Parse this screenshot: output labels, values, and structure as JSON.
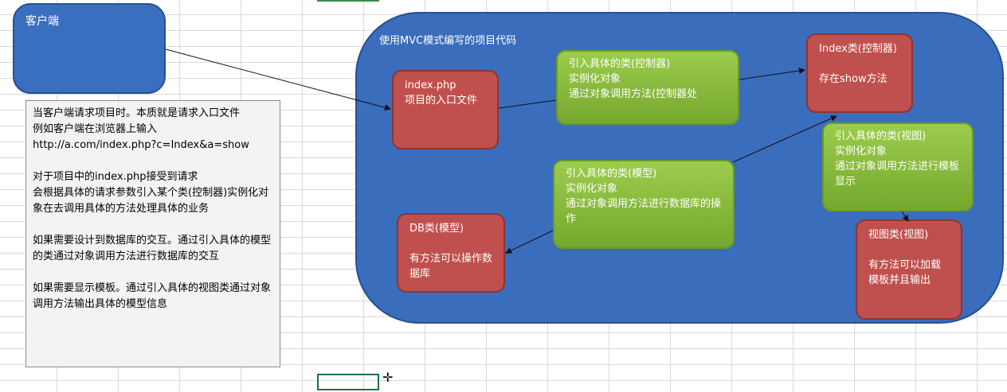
{
  "client": {
    "label": "客户端"
  },
  "note": {
    "text": "当客户端请求项目时。本质就是请求入口文件\n例如客户端在浏览器上输入\nhttp://a.com/index.php?c=Index&a=show\n\n对于项目中的index.php接受到请求\n会根据具体的请求参数引入某个类(控制器)实例化对象在去调用具体的方法处理具体的业务\n\n如果需要设计到数据库的交互。通过引入具体的模型的类通过对象调用方法进行数据库的交互\n\n如果需要显示模板。通过引入具体的视图类通过对象调用方法输出具体的模型信息"
  },
  "container": {
    "title": "使用MVC模式编写的项目代码"
  },
  "nodes": {
    "index_php": "index.php\n项目的入口文件",
    "controller": "Index类(控制器)\n\n存在show方法",
    "db_model": "DB类(模型)\n\n有方法可以操作数据库",
    "view": "视图类(视图)\n\n有方法可以加载模板并且输出",
    "step_controller": "引入具体的类(控制器)\n实例化对象\n通过对象调用方法(控制器处",
    "step_model": "引入具体的类(模型)\n实例化对象\n通过对象调用方法进行数据库的操作",
    "step_view": "引入具体的类(视图)\n实例化对象\n通过对象调用方法进行模板显示"
  },
  "colors": {
    "blue": "#3b6dbd",
    "red": "#c0504d",
    "green": "#8dbf3f",
    "note_bg": "#f3f3f3"
  }
}
